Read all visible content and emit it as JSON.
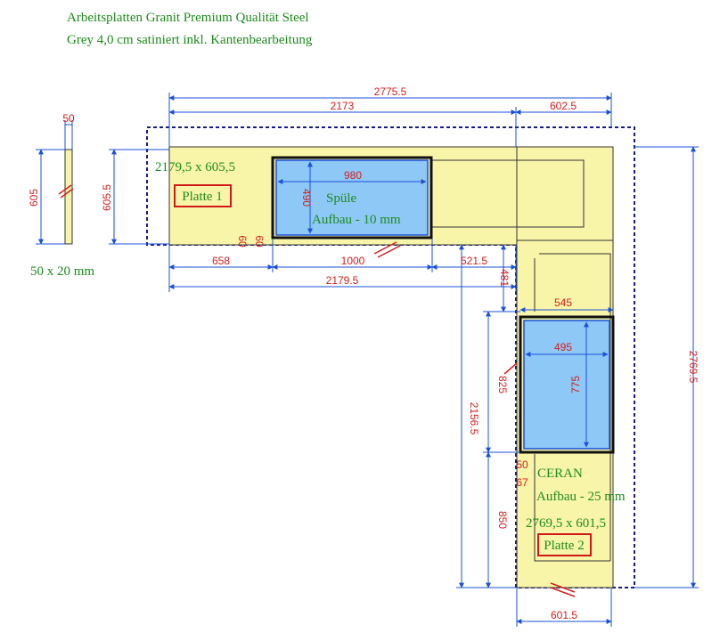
{
  "header": {
    "line1": "Arbeitsplatten Granit Premium Qualität Steel",
    "line2": "Grey 4,0 cm satiniert inkl. Kantenbearbeitung"
  },
  "colors": {
    "slab": "#f8f5a8",
    "cutout": "#8ec8f6",
    "dimension": "#1c50d8",
    "dimension_text": "#d21f1f",
    "label": "#1f8a1f",
    "plate_box": "#d01818"
  },
  "strip": {
    "width_dim": "50",
    "height_dim": "605",
    "size_label": "50 x 20 mm"
  },
  "platte1": {
    "size": "2179,5 x 605,5",
    "label": "Platte 1",
    "cutout_label1": "Spüle",
    "cutout_label2": "Aufbau - 10 mm",
    "cutout_w": "980",
    "cutout_h": "490"
  },
  "platte2": {
    "size": "2769,5 x 601,5",
    "label": "Platte 2",
    "cutout_label1": "CERAN",
    "cutout_label2": "Aufbau - 25 mm",
    "cutout_w": "495",
    "cutout_h": "775",
    "outer_w": "545"
  },
  "dims": {
    "overall_top": "2775.5",
    "top_left": "2173",
    "top_right": "602.5",
    "p1_depth": "605.5",
    "left_offset": "658",
    "sink_width": "1000",
    "step_small": "521.5",
    "bottom_total": "2179.5",
    "small_a": "60",
    "small_b": "60",
    "offset_481": "481",
    "vert_825": "825",
    "vert_2156": "2156.5",
    "vert_850": "850",
    "vert_2769": "2769.5",
    "small_c": "50",
    "small_d": "67",
    "bottom_p2": "601.5"
  }
}
